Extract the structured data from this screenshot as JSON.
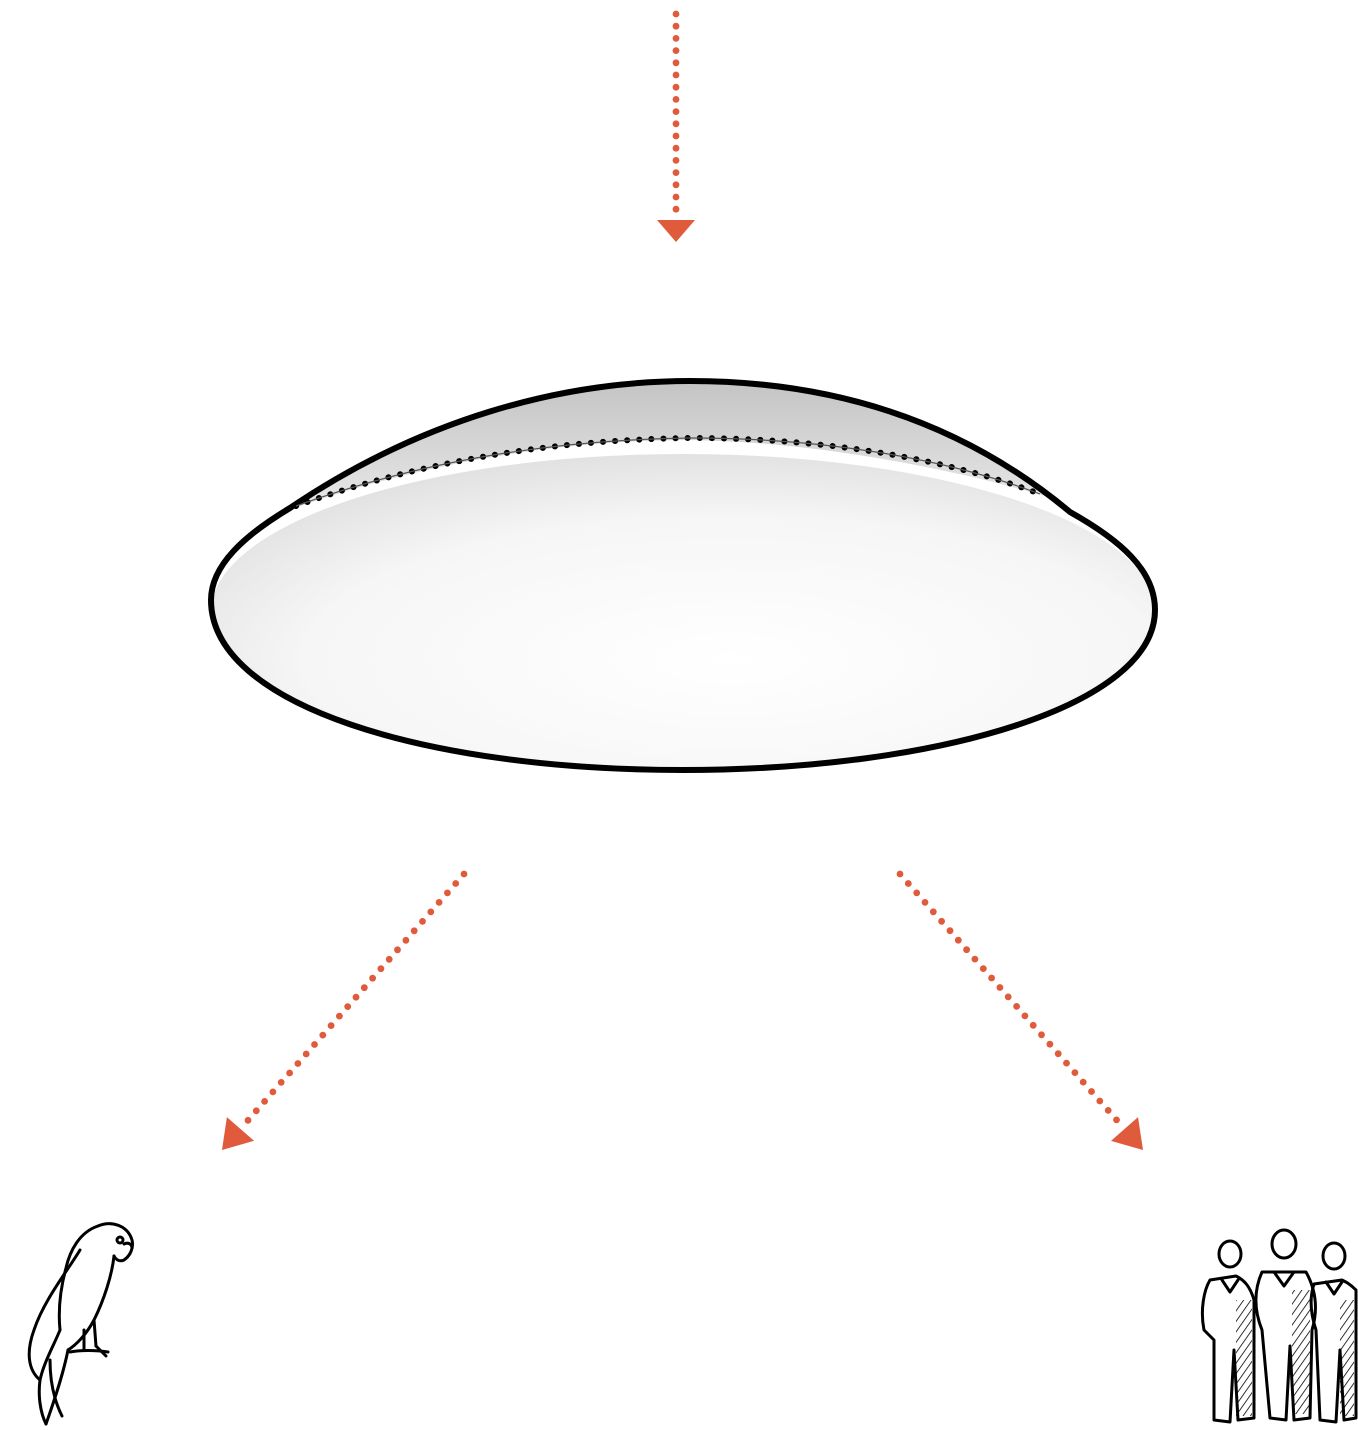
{
  "diagram": {
    "colors": {
      "arrow": "#e05a3c",
      "outline": "#000000",
      "background": "#ffffff"
    },
    "nodes": [
      {
        "id": "top-arrow",
        "icon": "dotted-arrow-down"
      },
      {
        "id": "dome",
        "icon": "lens-dome"
      },
      {
        "id": "left-arrow",
        "icon": "dotted-arrow-down-left"
      },
      {
        "id": "right-arrow",
        "icon": "dotted-arrow-down-right"
      },
      {
        "id": "parrot",
        "icon": "parrot-icon"
      },
      {
        "id": "people",
        "icon": "group-of-people-icon"
      }
    ]
  }
}
